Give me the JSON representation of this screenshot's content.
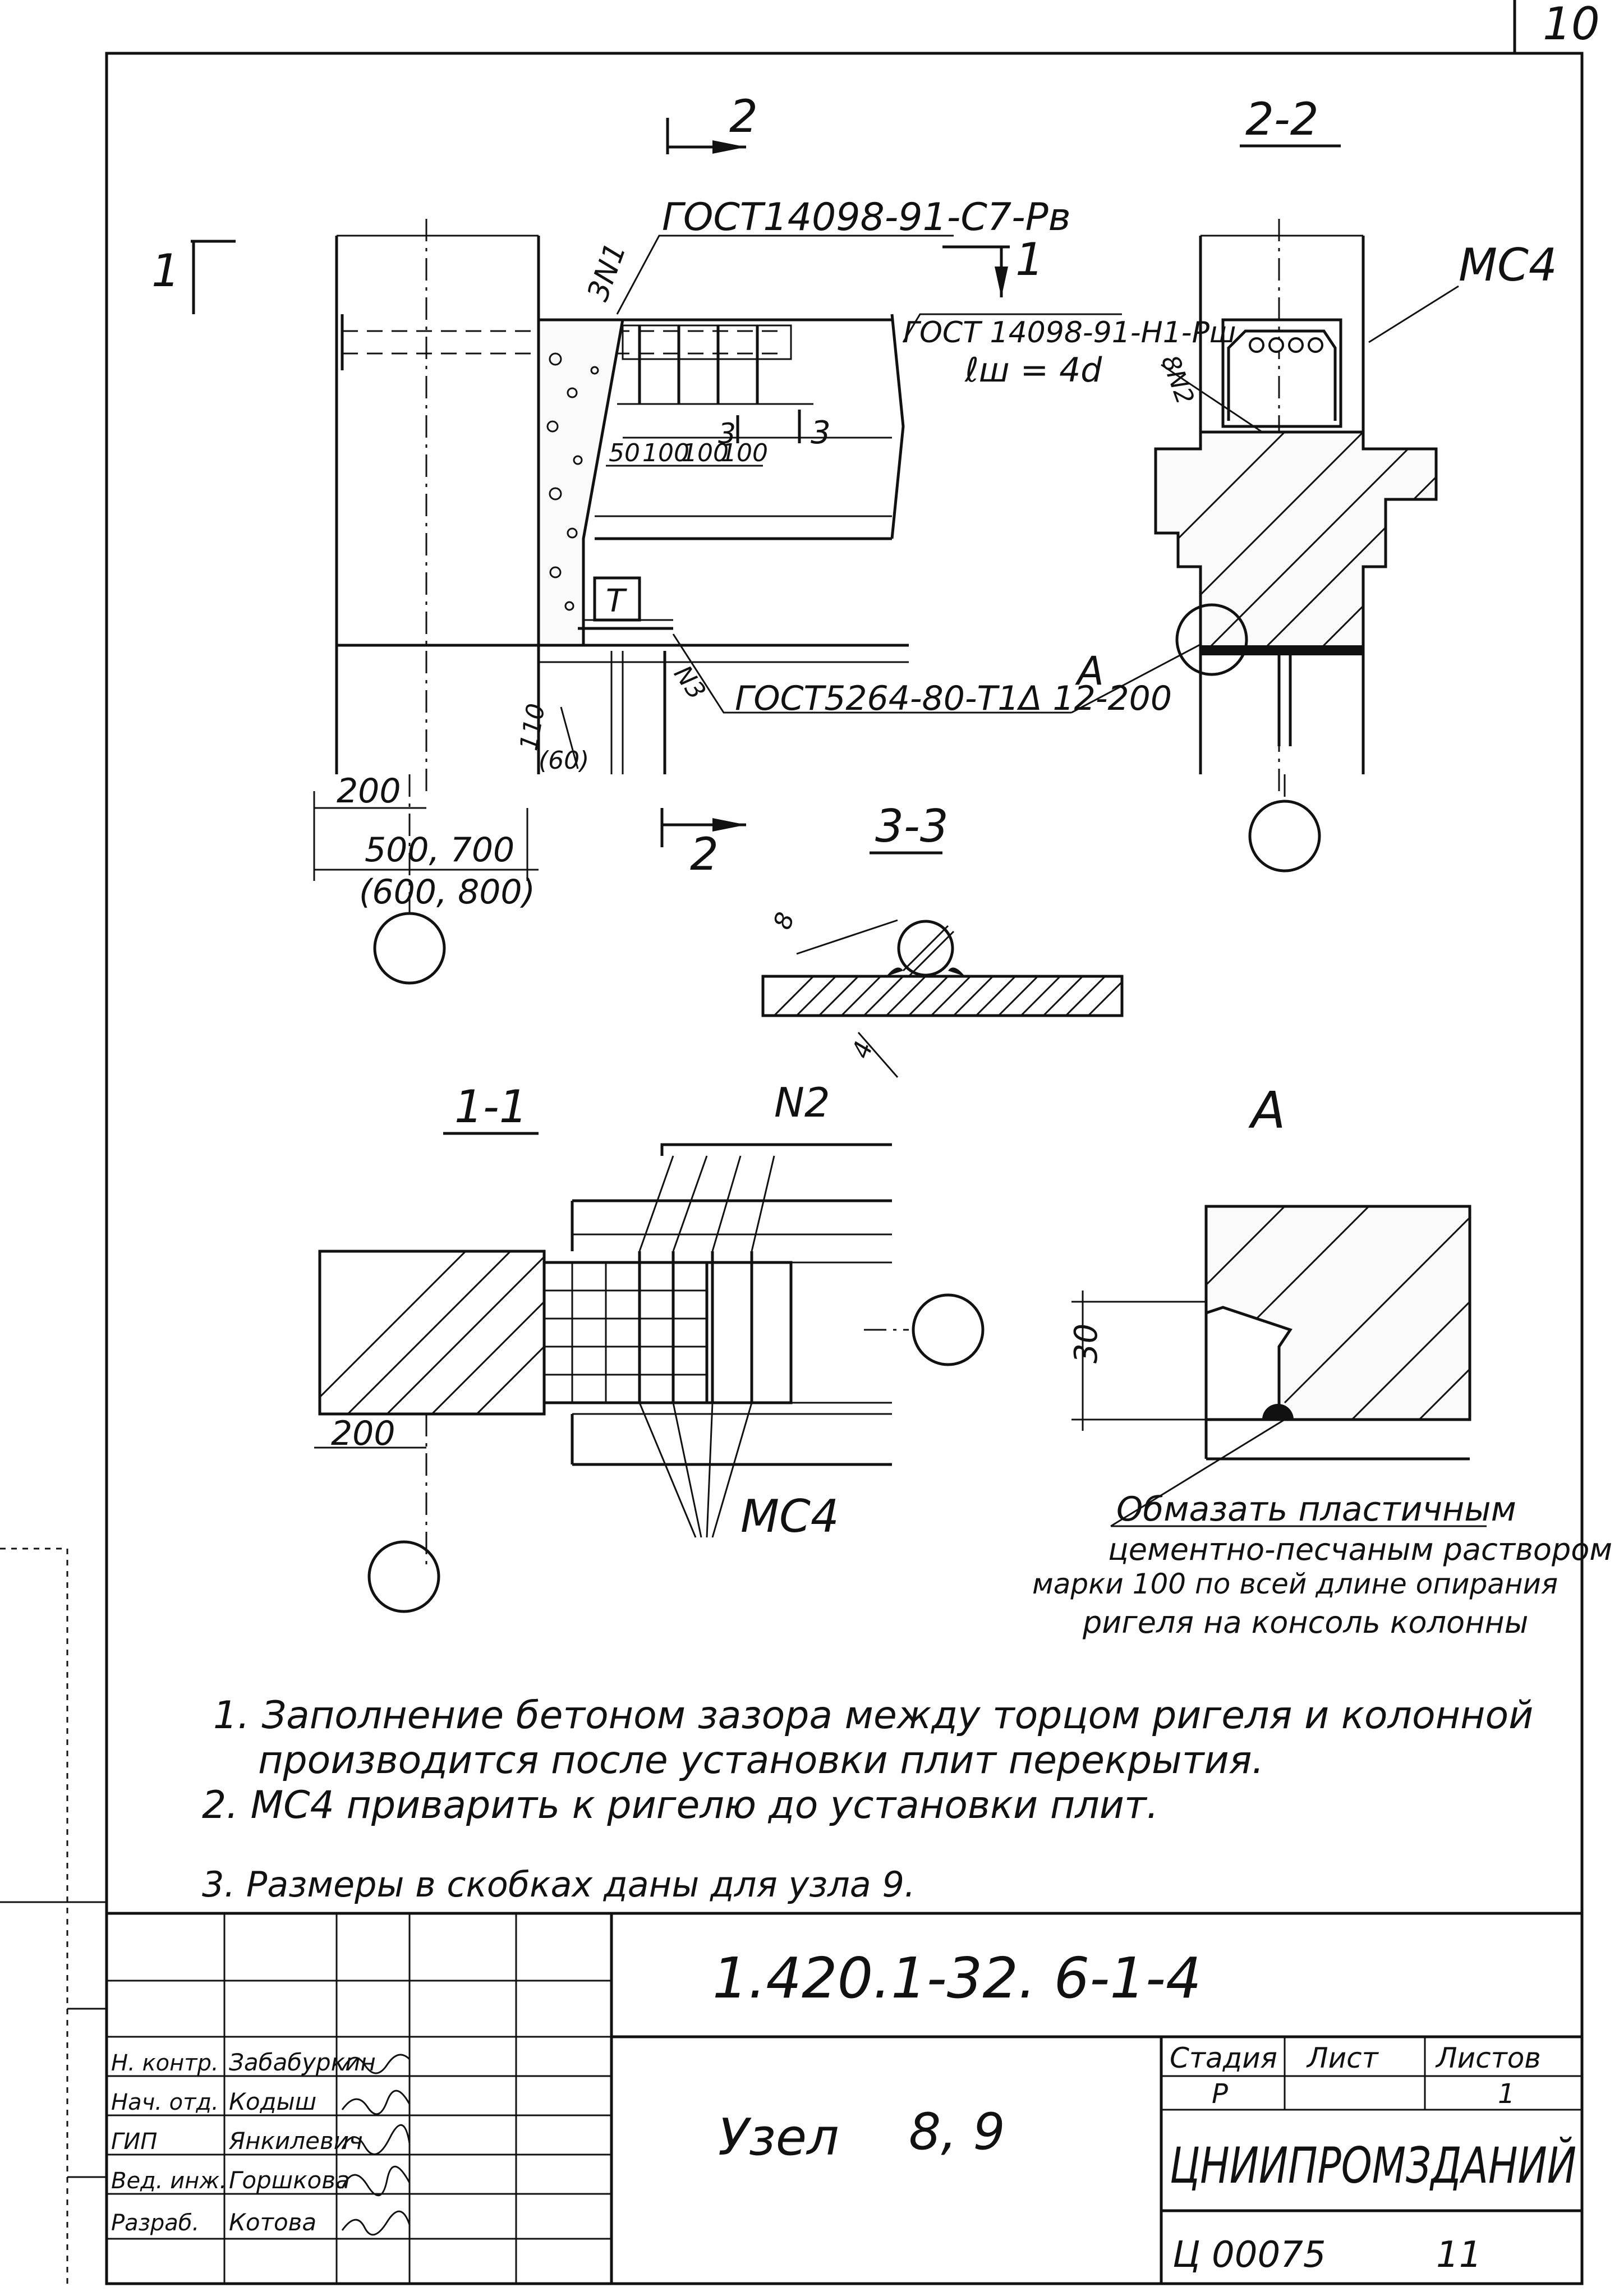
{
  "sheet": {
    "page_number": "10",
    "document_code": "1.420.1-32. 6-1-4",
    "title_prefix": "Узел",
    "title_nodes": "8, 9",
    "organization": "ЦНИИПРОМЗДАНИЙ",
    "archive_number": "Ц 00075",
    "archive_sheet": "11"
  },
  "stamp": {
    "headers": [
      "Стадия",
      "Лист",
      "Листов"
    ],
    "values": [
      "Р",
      "",
      "1"
    ],
    "roles": [
      {
        "role": "Н. контр.",
        "name": "Забабуркин"
      },
      {
        "role": "Нач. отд.",
        "name": "Кодыш"
      },
      {
        "role": "ГИП",
        "name": "Янкилевич"
      },
      {
        "role": "Вед. инж.",
        "name": "Горшкова"
      },
      {
        "role": "Разраб.",
        "name": "Котова"
      }
    ]
  },
  "views": {
    "main": {
      "cut_1_label": "1",
      "cut_2_label": "2",
      "callout_gost_1": "ГОСТ14098-91-С7-Рв",
      "callout_gost_2": "ГОСТ 14098-91-Н1-Рш",
      "weld_len": "ℓш = 4d",
      "label_3n1": "3N1",
      "label_8n2": "8N2",
      "label_n3": "N3",
      "callout_gost_3": "ГОСТ5264-80-Т1Δ 12-200",
      "callout_a": "А",
      "section_3_mark": "3",
      "spacing_dims": [
        "50",
        "100",
        "100",
        "100"
      ],
      "dim_110": "110",
      "dim_60": "(60)",
      "dim_200": "200",
      "dim_width": "500, 700",
      "dim_width_alt": "(600, 800)",
      "tee_mark": "Т"
    },
    "section_2_2": {
      "title": "2-2",
      "label_mc4": "МС4"
    },
    "section_3_3": {
      "title": "3-3",
      "dim_8": "8",
      "dim_4": "4"
    },
    "section_1_1": {
      "title": "1-1",
      "label_n2": "N2",
      "label_mc4": "МС4",
      "dim_200": "200"
    },
    "detail_a": {
      "title": "А",
      "dim_30": "30",
      "note_line_1": "Обмазать пластичным",
      "note_line_2": "цементно-песчаным раствором",
      "note_line_3": "марки 100 по всей длине опирания",
      "note_line_4": "ригеля на консоль колонны"
    }
  },
  "notes": [
    "1. Заполнение бетоном зазора между торцом ригеля и колонной",
    "производится после установки плит перекрытия.",
    "2. МС4 приварить к ригелю до установки плит.",
    "3. Размеры в скобках даны для узла 9."
  ]
}
